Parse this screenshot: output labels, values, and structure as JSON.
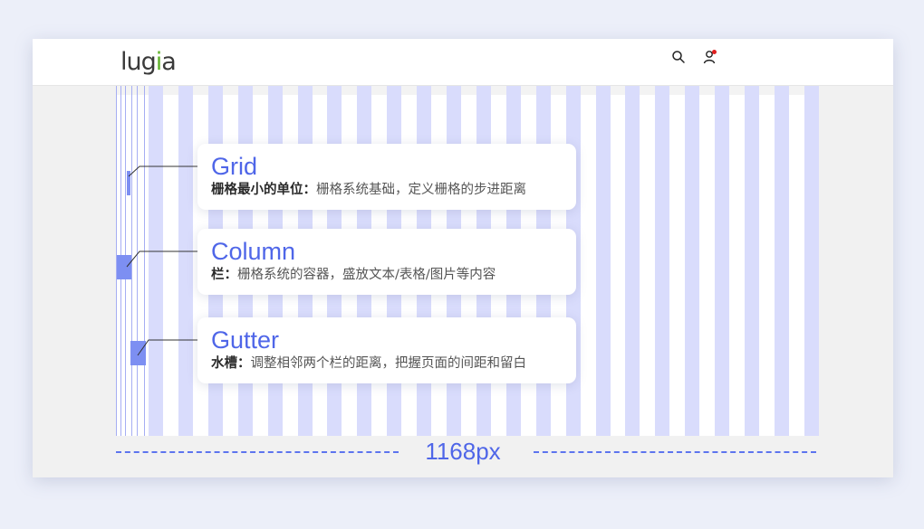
{
  "header": {
    "logo": {
      "prefix": "lug",
      "accent": "i",
      "suffix": "a"
    },
    "icons": [
      "search-icon",
      "user-icon"
    ],
    "notification_color": "#e02020"
  },
  "cards": [
    {
      "title": "Grid",
      "term": "栅格最小的单位",
      "sep": "：",
      "desc": "栅格系统基础，定义栅格的步进距离"
    },
    {
      "title": "Column",
      "term": "栏",
      "sep": "：",
      "desc": "栅格系统的容器，盛放文本/表格/图片等内容"
    },
    {
      "title": "Gutter",
      "term": "水槽",
      "sep": "：",
      "desc": "调整相邻两个栏的距离，把握页面的间距和留白"
    }
  ],
  "width_label": "1168px",
  "colors": {
    "accent": "#4f66e8",
    "column_fill": "#d9dcfc",
    "marker": "#7d8ff2",
    "logo_accent": "#5fb22a"
  }
}
